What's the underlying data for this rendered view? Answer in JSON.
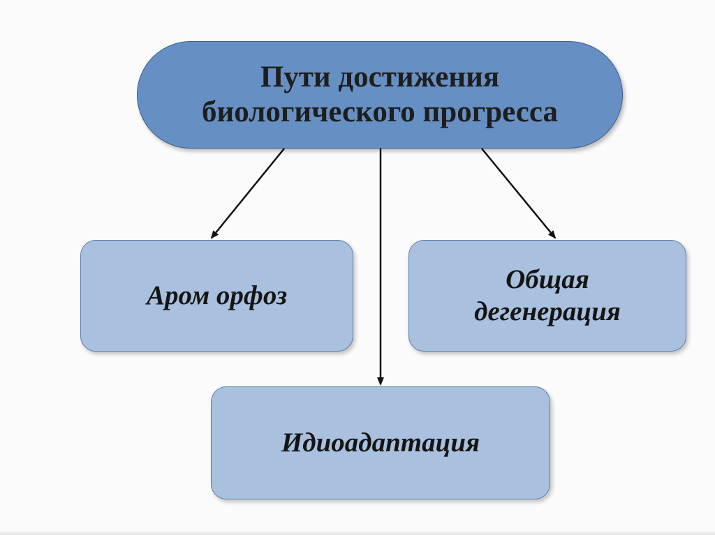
{
  "diagram": {
    "root": {
      "line1": "Пути достижения",
      "line2": "биологического прогресса"
    },
    "nodes": {
      "aromorphosis": "Аром орфоз",
      "general_degeneration": {
        "line1": "Общая",
        "line2": "дегенерация"
      },
      "idioadaptation": "Идиоадаптация"
    },
    "edges": [
      {
        "from": "root",
        "to": "aromorphosis"
      },
      {
        "from": "root",
        "to": "idioadaptation"
      },
      {
        "from": "root",
        "to": "general_degeneration"
      }
    ]
  },
  "colors": {
    "root_fill": "#6690c4",
    "node_fill": "#a9c0df",
    "arrow": "#111111"
  }
}
